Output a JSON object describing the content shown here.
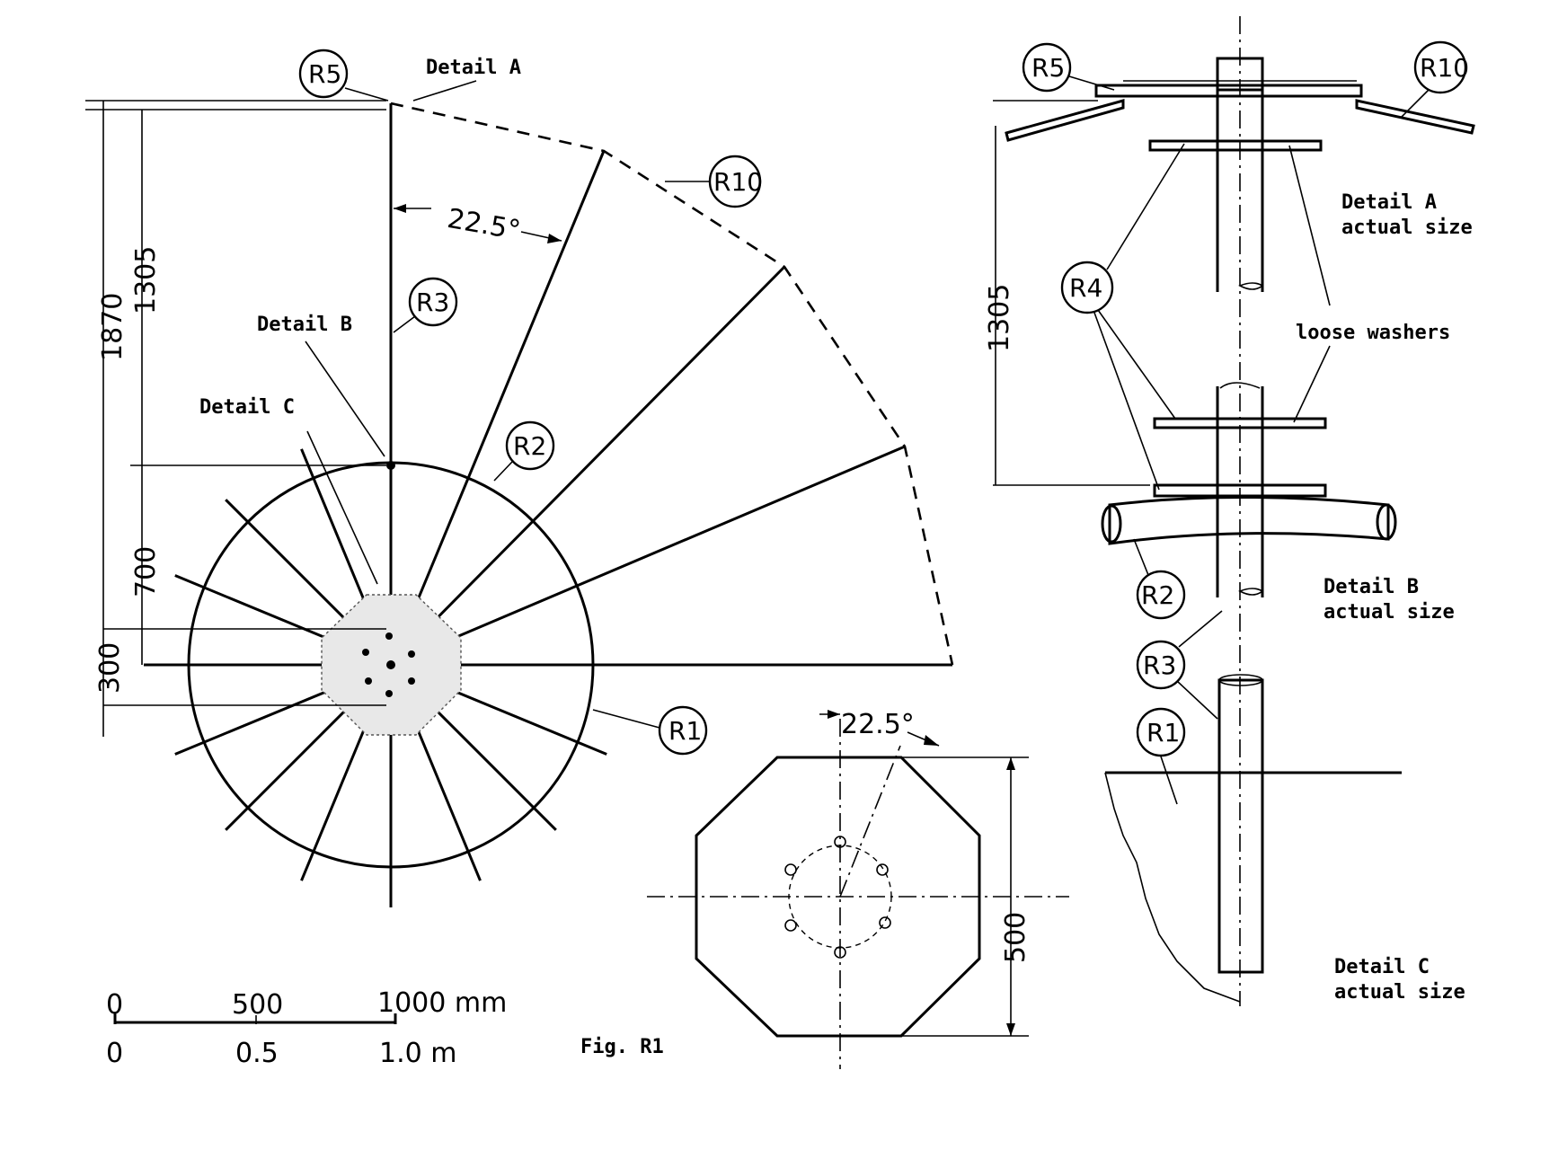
{
  "title": "Fig. R1",
  "tags": {
    "r1": "R1",
    "r2": "R2",
    "r3": "R3",
    "r4": "R4",
    "r5": "R5",
    "r10": "R10"
  },
  "details": {
    "a": "Detail A",
    "b": "Detail B",
    "c": "Detail C",
    "a_actual": [
      "Detail A",
      "actual size"
    ],
    "b_actual": [
      "Detail B",
      "actual size"
    ],
    "c_actual": [
      "Detail C",
      "actual size"
    ],
    "loose_washers": "loose washers"
  },
  "dimensions": {
    "d1870": "1870",
    "d1305": "1305",
    "d700": "700",
    "d300": "300",
    "angle": "22.5°",
    "d500": "500"
  },
  "scale_bar": {
    "top_labels": [
      "0",
      "500",
      "1000 mm"
    ],
    "bottom_labels": [
      "0",
      "0.5",
      "1.0 m"
    ]
  }
}
